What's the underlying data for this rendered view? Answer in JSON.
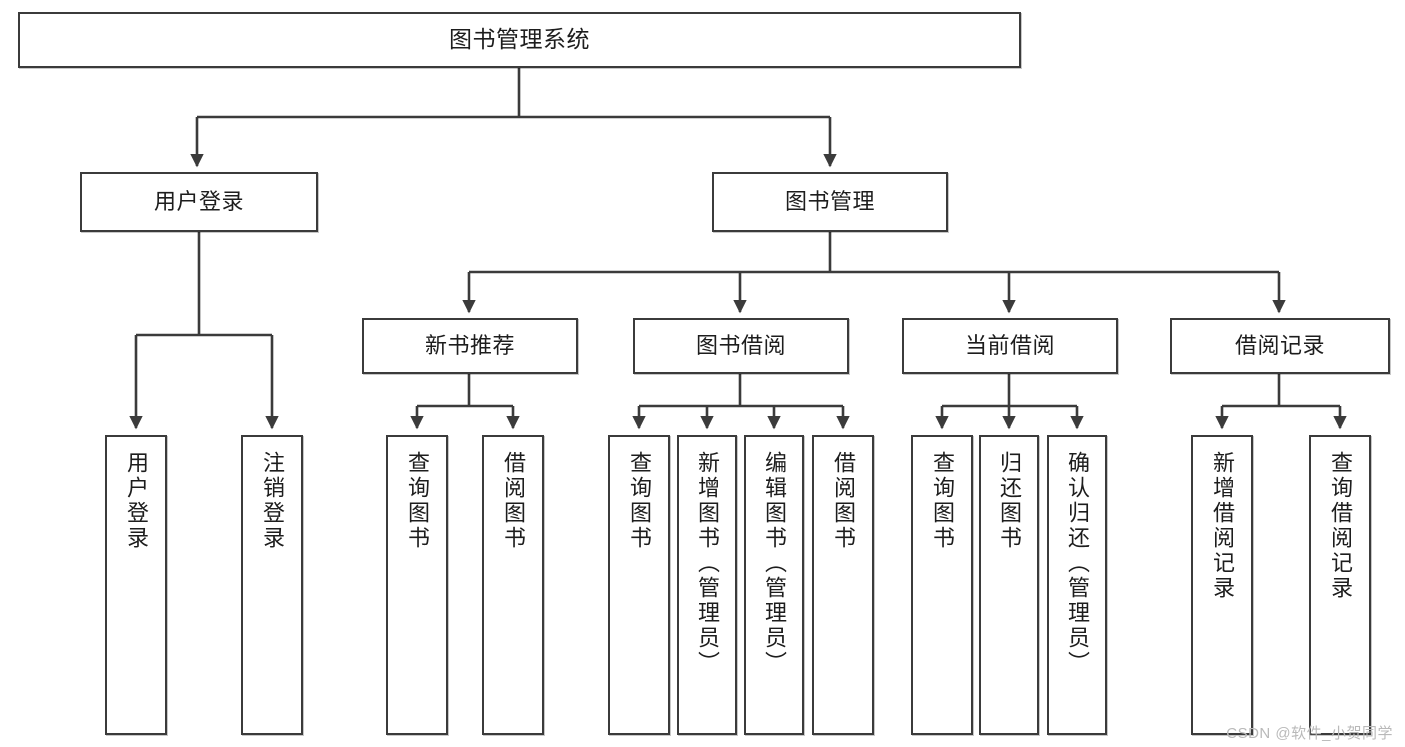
{
  "diagram": {
    "type": "tree",
    "title": "图书管理系统",
    "watermark": "CSDN @软件_小贺同学",
    "colors": {
      "box_border": "#3b3b3b",
      "box_fill": "#ffffff",
      "edge": "#3b3b3b",
      "text": "#1d1d1d",
      "watermark": "#b9b9b9"
    },
    "nodes": {
      "root": {
        "label": "图书管理系统"
      },
      "level1": [
        {
          "id": "user-login",
          "label": "用户登录"
        },
        {
          "id": "book-manage",
          "label": "图书管理"
        }
      ],
      "level2": [
        {
          "id": "new-book-recommend",
          "label": "新书推荐"
        },
        {
          "id": "book-borrow",
          "label": "图书借阅"
        },
        {
          "id": "current-borrow",
          "label": "当前借阅"
        },
        {
          "id": "borrow-record",
          "label": "借阅记录"
        }
      ],
      "leaves": {
        "user_login": [
          {
            "id": "leaf-user-login",
            "label": "用户登录"
          },
          {
            "id": "leaf-logout-login",
            "label": "注销登录"
          }
        ],
        "new_book_recommend": [
          {
            "id": "leaf-query-book-1",
            "label": "查询图书"
          },
          {
            "id": "leaf-borrow-book-1",
            "label": "借阅图书"
          }
        ],
        "book_borrow": [
          {
            "id": "leaf-query-book-2",
            "label": "查询图书"
          },
          {
            "id": "leaf-add-book",
            "label": "新增图书（管理员）"
          },
          {
            "id": "leaf-edit-book",
            "label": "编辑图书（管理员）"
          },
          {
            "id": "leaf-borrow-book-2",
            "label": "借阅图书"
          }
        ],
        "current_borrow": [
          {
            "id": "leaf-query-book-3",
            "label": "查询图书"
          },
          {
            "id": "leaf-return-book",
            "label": "归还图书"
          },
          {
            "id": "leaf-confirm-return",
            "label": "确认归还（管理员）"
          }
        ],
        "borrow_record": [
          {
            "id": "leaf-add-record",
            "label": "新增借阅记录"
          },
          {
            "id": "leaf-query-record",
            "label": "查询借阅记录"
          }
        ]
      }
    }
  }
}
